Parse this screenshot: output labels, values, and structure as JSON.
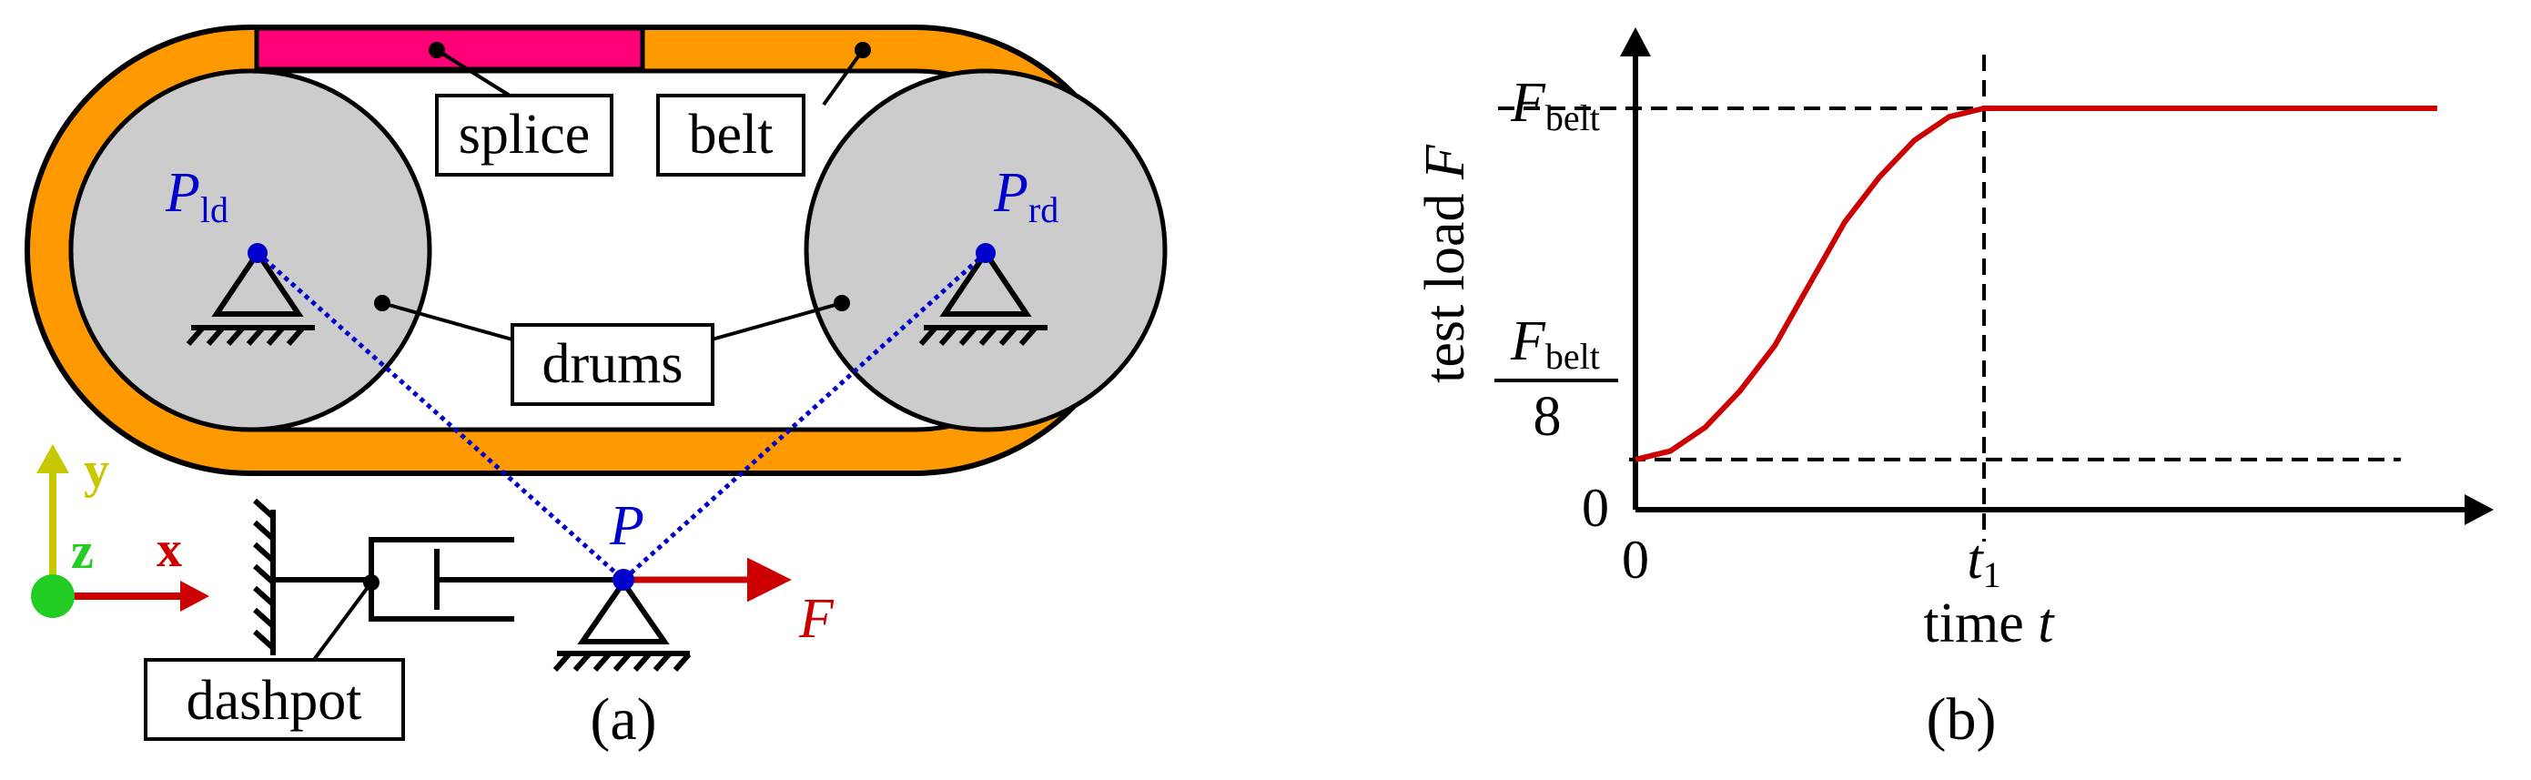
{
  "panel_a": {
    "caption": "(a)",
    "labels": {
      "splice": "splice",
      "belt": "belt",
      "drums": "drums",
      "dashpot": "dashpot"
    },
    "points": {
      "left_drum": {
        "symbol": "P",
        "subscript": "ld"
      },
      "right_drum": {
        "symbol": "P",
        "subscript": "rd"
      },
      "load_point": {
        "symbol": "P"
      }
    },
    "force_label": "F",
    "axes": {
      "x": "x",
      "y": "y",
      "z": "z"
    }
  },
  "panel_b": {
    "caption": "(b)",
    "chart_data": {
      "type": "line",
      "xlabel_text": "time ",
      "xlabel_var": "t",
      "ylabel_text": "test load ",
      "ylabel_var": "F",
      "x_ticks": {
        "zero": "0",
        "t1_symbol": "t",
        "t1_subscript": "1"
      },
      "y_ticks": {
        "zero": "0",
        "upper_symbol": "F",
        "upper_subscript": "belt",
        "lower_numerator_symbol": "F",
        "lower_numerator_subscript": "belt",
        "lower_denominator": "8"
      },
      "x_range": [
        0,
        2.3
      ],
      "y_range": [
        0,
        1.1
      ],
      "t1": 1,
      "y_start": 0.125,
      "y_end": 1,
      "series": [
        {
          "color": "#cc0000",
          "x": [
            0,
            0.1,
            0.2,
            0.3,
            0.4,
            0.5,
            0.6,
            0.7,
            0.8,
            0.9,
            1.0,
            1.5,
            2.3
          ],
          "y": [
            0.125,
            0.146,
            0.205,
            0.296,
            0.409,
            0.5625,
            0.716,
            0.829,
            0.92,
            0.979,
            1.0,
            1.0,
            1.0
          ]
        }
      ],
      "guide_lines": "dashed",
      "grid": false
    }
  },
  "colors": {
    "belt": "#ff9900",
    "splice": "#ff0077",
    "drum": "#cccccc",
    "points": "#0000cc",
    "force": "#cc0000",
    "y_axis": "#c8c800",
    "z_axis": "#22cc22"
  }
}
